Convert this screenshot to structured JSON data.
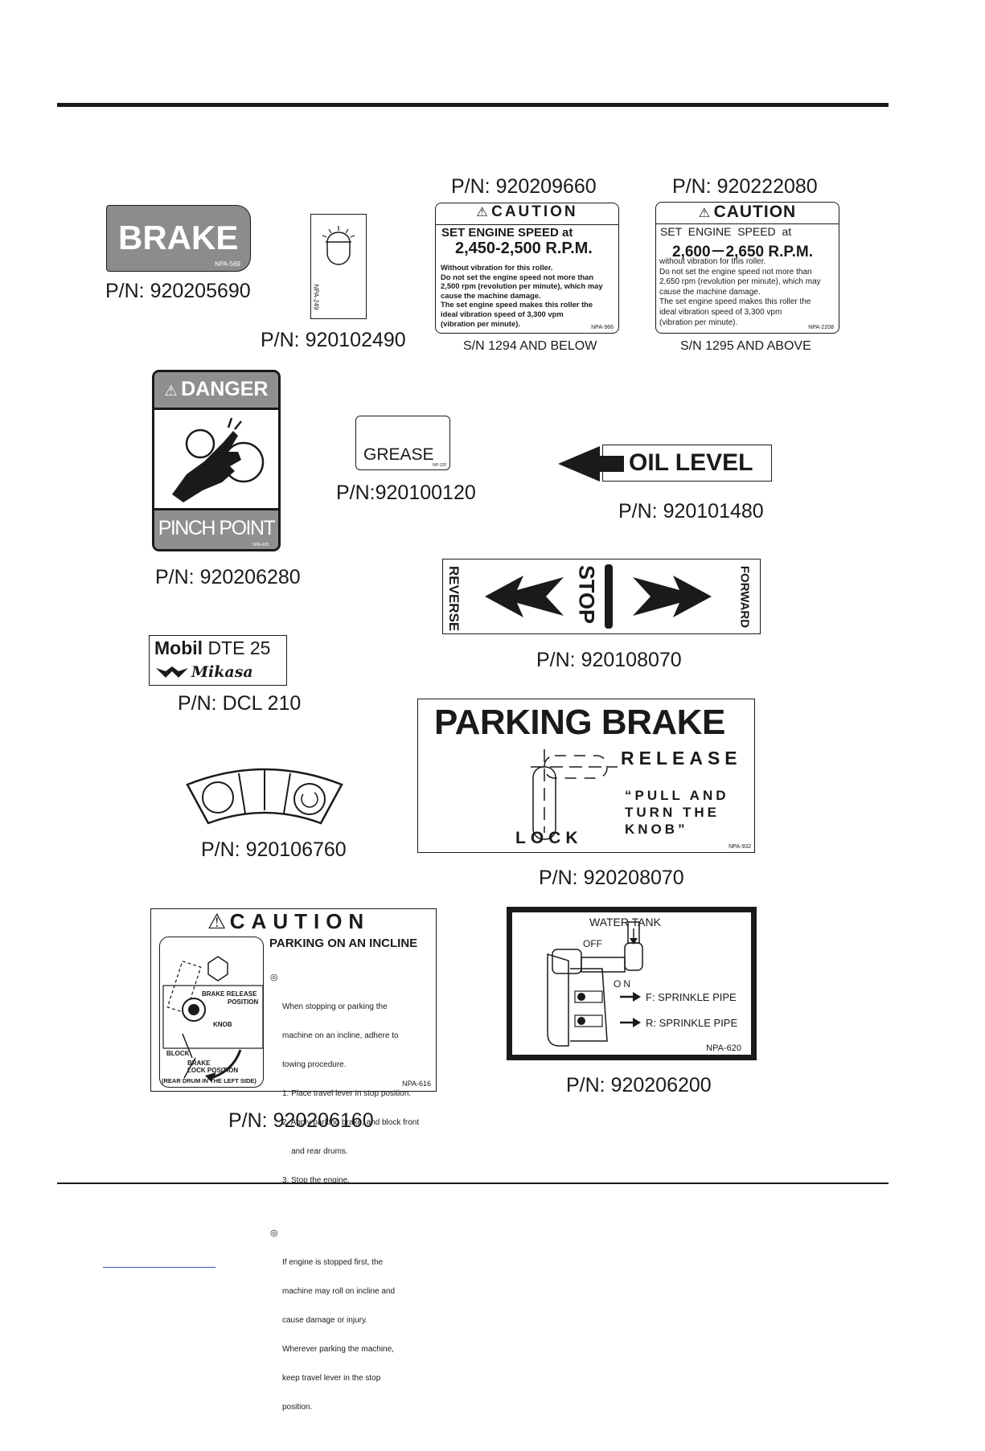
{
  "labels": {
    "brake": {
      "text": "BRAKE",
      "code": "NPA-569",
      "pn": "P/N: 920205690"
    },
    "lamp": {
      "code": "NPA-249",
      "pn": "P/N: 920102490"
    },
    "caution1": {
      "title": "CAUTION",
      "line1": "SET ENGINE SPEED at",
      "speed": "2,450-2,500 R.P.M.",
      "body": [
        "Without vibration for this roller.",
        "Do not set the engine speed not more than",
        "2,500 rpm (revolution per minute), which may",
        "cause the machine damage.",
        "The set engine speed makes this roller the",
        "ideal vibration speed of 3,300 vpm",
        "(vibration per minute)."
      ],
      "code": "NPA-966",
      "pn": "P/N: 920209660",
      "sn": "S/N 1294 AND BELOW"
    },
    "caution2": {
      "title": "CAUTION",
      "line1": "SET  ENGINE  SPEED  at",
      "speed": "2,600－2,650 R.P.M.",
      "body": [
        "without vibration for this roller.",
        "Do not set the engine speed not more than",
        "2,650 rpm (revolution per minute), which may",
        "cause the machine damage.",
        "The set engine speed makes this roller the",
        "ideal vibration speed of 3,300 vpm",
        "(vibration per minute)."
      ],
      "code": "NPA-2208",
      "pn": "P/N: 920222080",
      "sn": "S/N 1295 AND ABOVE"
    },
    "danger": {
      "title": "DANGER",
      "bottom": "PINCH POINT",
      "code": "NPA-628",
      "pn": "P/N: 920206280"
    },
    "grease": {
      "text": "GREASE",
      "code": "NP-120",
      "pn": "P/N:920100120"
    },
    "oil": {
      "text": "OIL LEVEL",
      "pn": "P/N: 920101480"
    },
    "direction": {
      "reverse": "REVERSE",
      "stop": "STOP",
      "forward": "FORWARD",
      "pn": "P/N: 920108070"
    },
    "mobil": {
      "brand": "Mobil",
      "product": "DTE 25",
      "maker": "Mikasa",
      "pn": "P/N: DCL 210"
    },
    "parking": {
      "title": "PARKING BRAKE",
      "release": "RELEASE",
      "instr1": "“PULL AND",
      "instr2": "TURN THE",
      "instr3": "KNOB”",
      "lock": "LOCK",
      "code": "NPA-932",
      "pn": "P/N: 920208070"
    },
    "gauge": {
      "pn": "P/N: 920106760"
    },
    "incline": {
      "title": "CAUTION",
      "subtitle": "PARKING ON AN INCLINE",
      "p1": [
        "When stopping or parking the",
        "machine on an incline, adhere to",
        "towing procedure."
      ],
      "steps": [
        "1. Place travel lever in stop position.",
        "2. Apply parking brake, and block front",
        "    and rear drums.",
        "3. Stop the engine."
      ],
      "p2": [
        "If engine is stopped first, the",
        "machine may roll on incline and",
        "cause damage or injury.",
        "Wherever parking the machine,",
        "keep travel lever in the stop",
        "position."
      ],
      "diag_release": "BRAKE RELEASE",
      "diag_position": "POSITION",
      "diag_knob": "KNOB",
      "diag_block": "BLOCK",
      "diag_brake": "BRAKE",
      "diag_lock": "LOCK POSITION",
      "diag_side": "(REAR DRUM IN THE LEFT SIDE)",
      "code": "NPA-616",
      "pn": "P/N: 920206160"
    },
    "water": {
      "title": "WATER TANK",
      "off": "OFF",
      "on": "ON",
      "front": "F: SPRINKLE PIPE",
      "rear": "R: SPRINKLE PIPE",
      "code": "NPA-620",
      "pn": "P/N: 920206200"
    }
  },
  "colors": {
    "ink": "#1a1a1a",
    "label_gray": "#8c8c8c",
    "danger_gray": "#8f8f8f"
  }
}
